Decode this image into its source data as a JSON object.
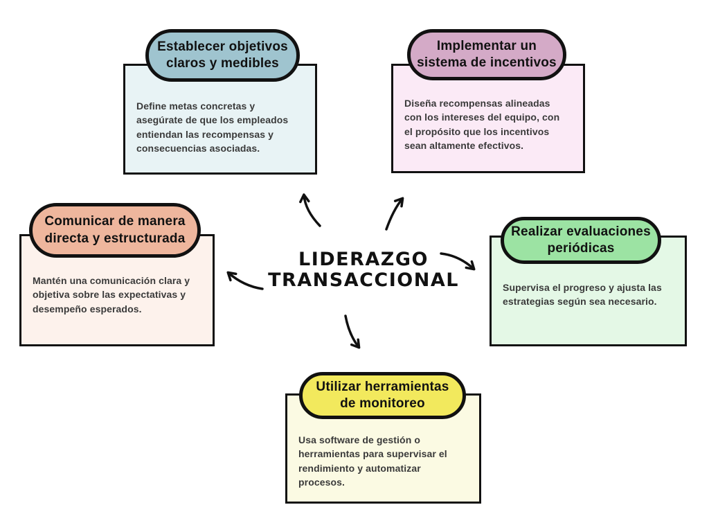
{
  "title": {
    "text": "LIDERAZGO\nTRANSACCIONAL"
  },
  "colors": {
    "stroke": "#111111",
    "body_text": "#3a3a3a",
    "background": "#ffffff"
  },
  "nodes": [
    {
      "id": "establecer-objetivos",
      "header": "Establecer objetivos\nclaros y medibles",
      "body": "Define metas concretas y\nasegúrate de que los empleados\nentiendan las recompensas y\nconsecuencias asociadas.",
      "header_fill": "#9fc4cf",
      "body_fill": "#e8f3f5"
    },
    {
      "id": "implementar-incentivos",
      "header": "Implementar un\nsistema de incentivos",
      "body": "Diseña recompensas alineadas\ncon los intereses del equipo, con\nel propósito que los incentivos\nsean altamente efectivos.",
      "header_fill": "#d4aac7",
      "body_fill": "#fbeaf6"
    },
    {
      "id": "comunicar-directa",
      "header": "Comunicar de manera\ndirecta y estructurada",
      "body": "Mantén una comunicación clara y\nobjetiva sobre las expectativas y\ndesempeño esperados.",
      "header_fill": "#eeb69d",
      "body_fill": "#fdf2ec"
    },
    {
      "id": "realizar-evaluaciones",
      "header": "Realizar evaluaciones\nperiódicas",
      "body": "Supervisa el progreso y ajusta las\nestrategias según sea necesario.",
      "header_fill": "#9ce3a3",
      "body_fill": "#e4f8e6"
    },
    {
      "id": "utilizar-herramientas",
      "header": "Utilizar herramientas\nde monitoreo",
      "body": "Usa software de gestión o\nherramientas para supervisar el\nrendimiento y automatizar\nprocesos.",
      "header_fill": "#f2e95d",
      "body_fill": "#fbfae3"
    }
  ]
}
